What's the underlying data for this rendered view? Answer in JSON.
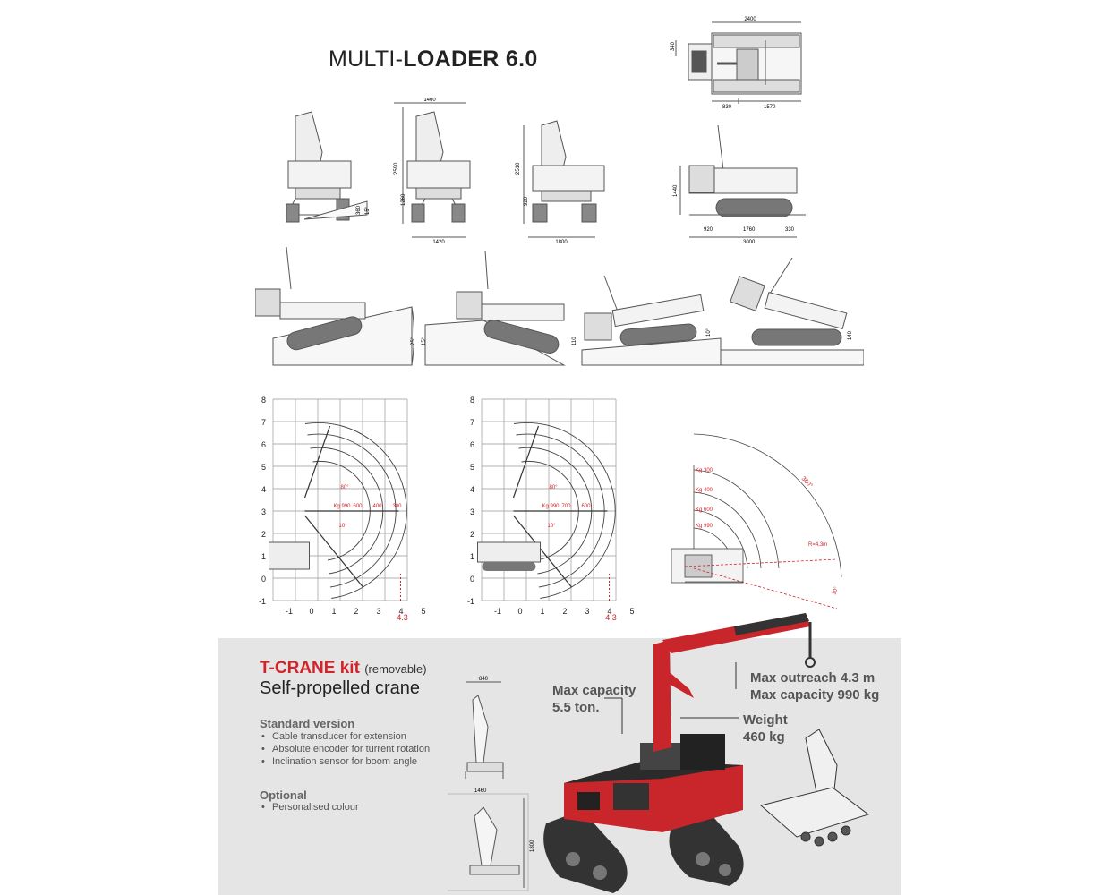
{
  "title": {
    "prefix": "MULTI-",
    "bold": "LOADER 6.0"
  },
  "top_drawing_dims": {
    "width": "2400",
    "side": "340",
    "left": "830",
    "right": "1570"
  },
  "front_view_dims": {
    "width_a": "1460",
    "height_a": "2590",
    "lower_a": "1260",
    "slope_a": "360",
    "slope_b": "15°",
    "base_a": "1420",
    "height_b": "2510",
    "lower_b": "920",
    "base_b": "1800"
  },
  "side_view_dims": {
    "height": "1440",
    "seg1": "920",
    "seg2": "1760",
    "seg3": "330",
    "total": "3000"
  },
  "slope_dims": {
    "angle1": "25°",
    "angle2": "15°",
    "h1": "110",
    "h2": "140",
    "a3": "10°"
  },
  "chart_left": {
    "y_ticks": [
      "8",
      "7",
      "6",
      "5",
      "4",
      "3",
      "2",
      "1",
      "0",
      "-1"
    ],
    "x_ticks": [
      "-1",
      "0",
      "1",
      "2",
      "3",
      "4",
      "5"
    ],
    "outreach_label": "4,3",
    "load_labels": [
      "Kg 990",
      "600",
      "400",
      "300"
    ],
    "angle_labels": [
      "80°",
      "10°"
    ]
  },
  "chart_right": {
    "y_ticks": [
      "8",
      "7",
      "6",
      "5",
      "4",
      "3",
      "2",
      "1",
      "0",
      "-1"
    ],
    "x_ticks": [
      "-1",
      "0",
      "1",
      "2",
      "3",
      "4",
      "5"
    ],
    "outreach_label": "4,3",
    "load_labels": [
      "Kg 990",
      "700",
      "600"
    ],
    "angle_labels": [
      "80°",
      "10°"
    ]
  },
  "rotation_chart": {
    "load_labels": [
      "Kg 300",
      "Kg 400",
      "Kg 600",
      "Kg 990"
    ],
    "radius_label": "R=4,3m",
    "angle_top": "360°",
    "angle_side": "10°"
  },
  "kit": {
    "title": "T-CRANE kit",
    "removable": "(removable)",
    "subtitle": "Self-propelled crane",
    "standard_heading": "Standard version",
    "standard_items": [
      "Cable transducer for extension",
      "Absolute encoder for turrent rotation",
      "Inclination sensor for boom angle"
    ],
    "optional_heading": "Optional",
    "optional_items": [
      "Personalised colour"
    ],
    "dim_top": "840",
    "dim_bottom_w": "1460",
    "dim_bottom_h": "1800",
    "callout_capacity": [
      "Max capacity",
      "5.5 ton."
    ],
    "callout_outreach": [
      "Max outreach 4.3 m",
      "Max capacity 990 kg"
    ],
    "callout_weight": [
      "Weight",
      "460 kg"
    ]
  },
  "colors": {
    "accent": "#d3232a",
    "panel": "#e5e5e5",
    "line": "#444444"
  }
}
